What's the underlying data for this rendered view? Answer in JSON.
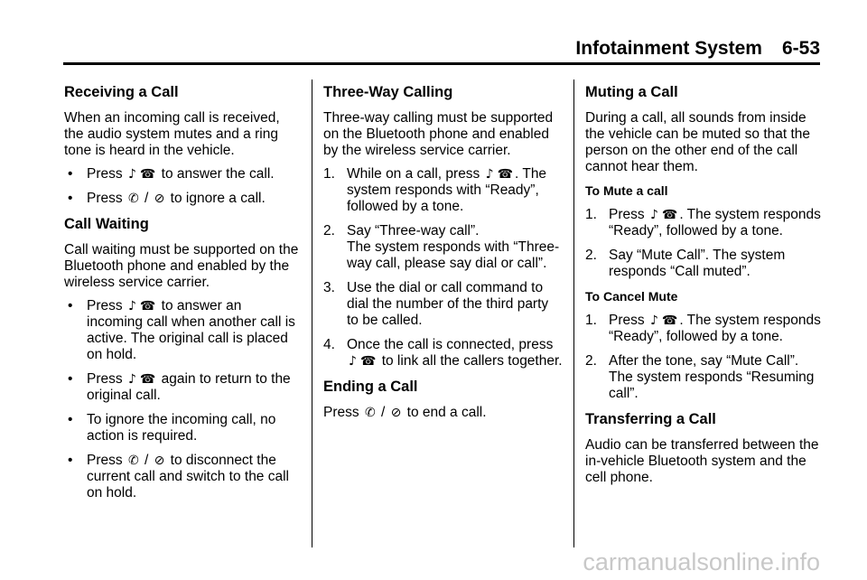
{
  "header": {
    "section": "Infotainment System",
    "page": "6-53"
  },
  "icons": {
    "talk": "♪",
    "phone": "☎",
    "end": "✆",
    "mute": "⊘"
  },
  "col1": {
    "h_receiving": "Receiving a Call",
    "p_receiving": "When an incoming call is received, the audio system mutes and a ring tone is heard in the vehicle.",
    "b1_pre": "Press",
    "b1_post": "to answer the call.",
    "b2_pre": "Press",
    "b2_post": "to ignore a call.",
    "slash": "/",
    "h_waiting": "Call Waiting",
    "p_waiting": "Call waiting must be supported on the Bluetooth phone and enabled by the wireless service carrier.",
    "w1_pre": "Press",
    "w1_post": "to answer an incoming call when another call is active. The original call is placed on hold.",
    "w2_pre": "Press",
    "w2_post": "again to return to the original call.",
    "w3": "To ignore the incoming call, no action is required.",
    "w4_pre": "Press",
    "w4_post": "to disconnect the current call and switch to the call on hold."
  },
  "col2": {
    "h_three": "Three-Way Calling",
    "p_three": "Three-way calling must be supported on the Bluetooth phone and enabled by the wireless service carrier.",
    "s1_n": "1.",
    "s1_pre": "While on a call, press",
    "s1_post": ". The system responds with “Ready”, followed by a tone.",
    "s2_n": "2.",
    "s2_a": "Say “Three-way call”.",
    "s2_b": "The system responds with “Three-way call, please say dial or call”.",
    "s3_n": "3.",
    "s3": "Use the dial or call command to dial the number of the third party to be called.",
    "s4_n": "4.",
    "s4_pre": "Once the call is connected, press",
    "s4_post": "to link all the callers together.",
    "h_ending": "Ending a Call",
    "e_pre": "Press",
    "e_post": "to end a call.",
    "slash": "/"
  },
  "col3": {
    "h_muting": "Muting a Call",
    "p_muting": "During a call, all sounds from inside the vehicle can be muted so that the person on the other end of the call cannot hear them.",
    "sub_mute": "To Mute a call",
    "m1_n": "1.",
    "m1_pre": "Press",
    "m1_post": ". The system responds “Ready”, followed by a tone.",
    "m2_n": "2.",
    "m2": "Say “Mute Call”. The system responds “Call muted”.",
    "sub_cancel": "To Cancel Mute",
    "c1_n": "1.",
    "c1_pre": "Press",
    "c1_post": ". The system responds “Ready”, followed by a tone.",
    "c2_n": "2.",
    "c2": "After the tone, say “Mute Call”. The system responds “Resuming call”.",
    "h_transfer": "Transferring a Call",
    "p_transfer": "Audio can be transferred between the in-vehicle Bluetooth system and the cell phone."
  },
  "watermark": "carmanualsonline.info"
}
